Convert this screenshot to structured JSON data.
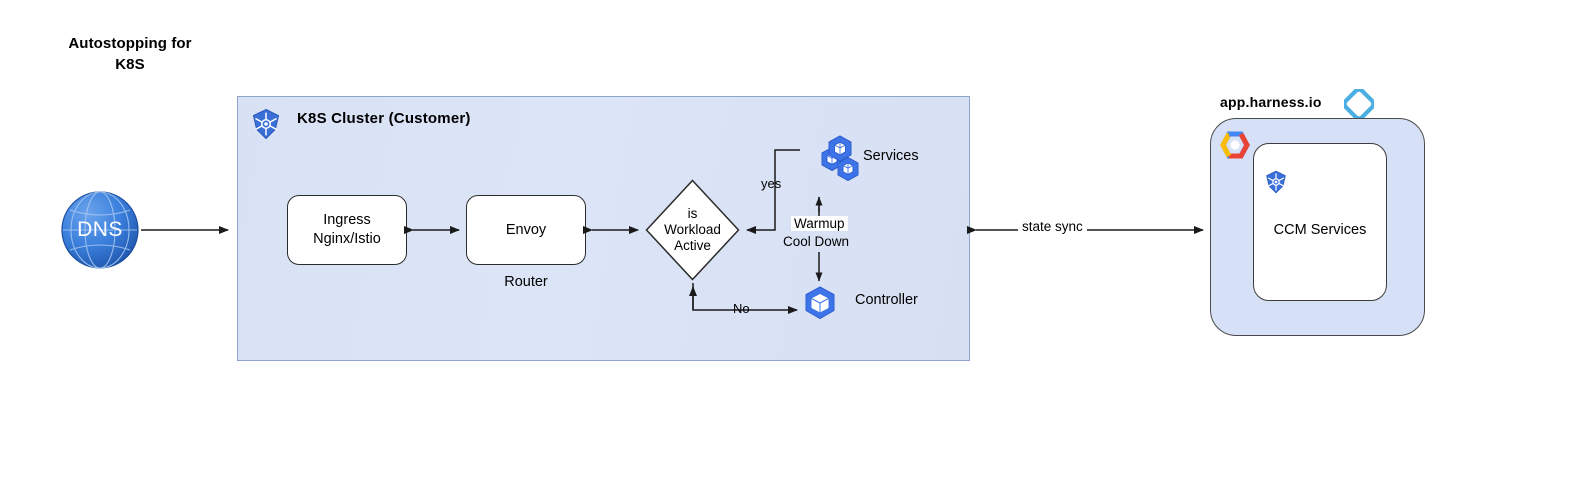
{
  "title": "Autostopping for\nK8S",
  "cluster": {
    "label": "K8S Cluster (Customer)",
    "icon": "kubernetes-icon",
    "fill": "#dce5f7",
    "border": "#8ea4cc"
  },
  "nodes": {
    "dns": {
      "label": "DNS",
      "icon": "globe-dns-icon",
      "color": "#2b6fd4"
    },
    "ingress": {
      "label": "Ingress\nNginx/Istio"
    },
    "envoy": {
      "label": "Envoy",
      "caption": "Router"
    },
    "decision": {
      "label": "is\nWorkload\nActive"
    },
    "services": {
      "label": "Services",
      "icon": "kubernetes-pods-icon",
      "color": "#3d74e8"
    },
    "controller": {
      "label": "Controller",
      "icon": "kubernetes-pod-icon",
      "color": "#3d74e8"
    }
  },
  "edges": {
    "yes": "yes",
    "no": "No",
    "warmup": "Warmup",
    "cooldown": "Cool Down",
    "state_sync": "state sync"
  },
  "harness": {
    "label": "app.harness.io",
    "icon": "harness-logo-icon",
    "icon_color": "#4aaee0",
    "cloud_icon": "google-cloud-icon",
    "inner": {
      "label": "CCM Services",
      "icon": "kubernetes-icon"
    }
  }
}
